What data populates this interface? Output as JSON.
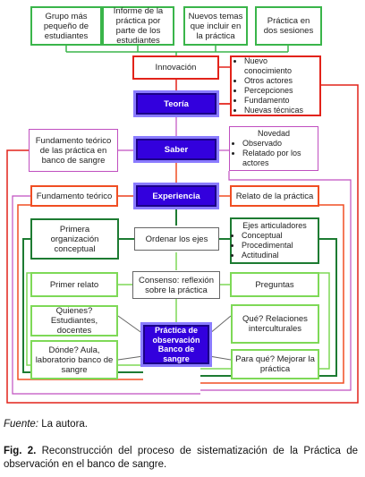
{
  "top_boxes": [
    "Grupo más pequeño de estudiantes",
    "Informe de la práctica por parte de los estudiantes",
    "Nuevos temas que incluir en la práctica",
    "Práctica en dos sesiones"
  ],
  "innovacion": "Innovación",
  "innovacion_list": [
    "Nuevo conocimiento",
    "Otros actores",
    "Percepciones",
    "Fundamento",
    "Nuevas técnicas"
  ],
  "teoria": "Teoría",
  "saber": "Saber",
  "saber_left": "Fundamento teórico de las práctica en banco de sangre",
  "saber_right_title": "Novedad",
  "saber_right_list": [
    "Observado",
    "Relatado por los actores"
  ],
  "experiencia": "Experiencia",
  "exp_left": "Fundamento teórico",
  "exp_right": "Relato de la práctica",
  "ordenar": "Ordenar los ejes",
  "ordenar_left": "Primera organización conceptual",
  "ejes_title": "Ejes articuladores",
  "ejes_list": [
    "Conceptual",
    "Procedimental",
    "Actitudinal"
  ],
  "consenso": "Consenso: reflexión sobre la práctica",
  "consenso_left": "Primer relato",
  "consenso_right": "Preguntas",
  "practica": "Práctica de observación Banco de sangre",
  "quienes": "Quienes? Estudiantes, docentes",
  "donde": "Dónde? Aula, laboratorio banco de sangre",
  "que": "Qué? Relaciones interculturales",
  "paraque": "Para qué? Mejorar la práctica",
  "source_label": "Fuente:",
  "source_text": "La autora.",
  "fig_label": "Fig. 2.",
  "fig_text": "Reconstrucción del proceso de sistematización de la Práctica de observación en el banco de sangre.",
  "colors": {
    "green": "#3ab54a",
    "red": "#e2231a",
    "pink": "#c04fc0",
    "orange": "#f04e23",
    "dark_green": "#1d7b32",
    "light_green": "#7ed957",
    "purple": "#3300dd"
  }
}
